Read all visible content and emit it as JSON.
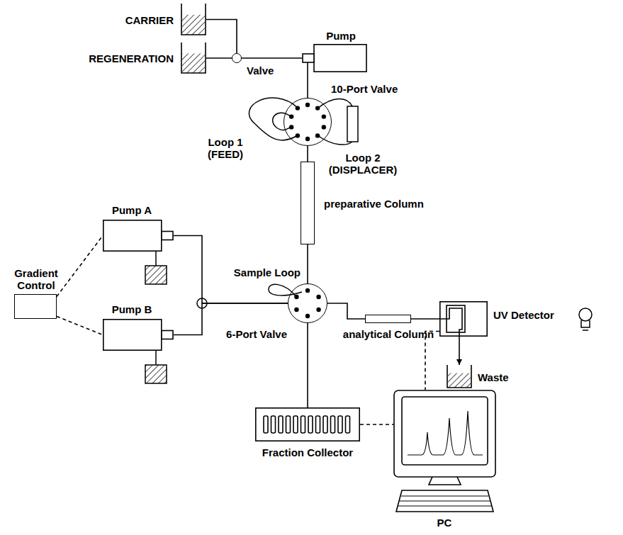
{
  "diagram": {
    "nodes": [
      {
        "text": [
          "CARRIER"
        ]
      },
      {
        "text": [
          "REGENERATION"
        ]
      },
      {
        "text": [
          "Valve"
        ]
      },
      {
        "text": [
          "Pump"
        ]
      },
      {
        "text": [
          "10-Port Valve"
        ]
      },
      {
        "text": [
          "preparative Column"
        ]
      },
      {
        "text": [
          "6-Port Valve"
        ]
      },
      {
        "text": [
          "Pump A"
        ]
      },
      {
        "text": [
          "Pump B"
        ]
      },
      {
        "text": [
          "Gradient Control"
        ]
      },
      {
        "text": [
          "analytical Column"
        ]
      },
      {
        "text": [
          "UV Detector"
        ]
      },
      {
        "text": [
          "Waste"
        ]
      },
      {
        "text": [
          "Fraction Collector"
        ]
      },
      {
        "text": [
          "PC"
        ]
      }
    ],
    "edges": [
      {
        "from": 0,
        "to": 2,
        "arrow": "none"
      },
      {
        "from": 1,
        "to": 2,
        "arrow": "none"
      },
      {
        "from": 2,
        "to": 3,
        "arrow": "none"
      },
      {
        "from": 3,
        "to": 4,
        "arrow": "none"
      },
      {
        "from": 4,
        "to": 5,
        "arrow": "none"
      },
      {
        "from": 5,
        "to": 6,
        "arrow": "none"
      },
      {
        "from": 7,
        "to": 6,
        "arrow": "none"
      },
      {
        "from": 8,
        "to": 6,
        "arrow": "none"
      },
      {
        "from": 9,
        "to": 7,
        "arrow": "none"
      },
      {
        "from": 9,
        "to": 8,
        "arrow": "none"
      },
      {
        "from": 6,
        "to": 10,
        "arrow": "none"
      },
      {
        "from": 10,
        "to": 11,
        "arrow": "none"
      },
      {
        "from": 11,
        "to": 12,
        "arrow": "to"
      },
      {
        "from": 11,
        "to": 14,
        "arrow": "none"
      },
      {
        "from": 13,
        "to": 14,
        "arrow": "none"
      },
      {
        "from": 6,
        "to": 13,
        "arrow": "none"
      }
    ],
    "labels": [
      "Loop 1 (FEED)",
      "Loop 2 (DISPLACER)",
      "Sample Loop"
    ]
  }
}
